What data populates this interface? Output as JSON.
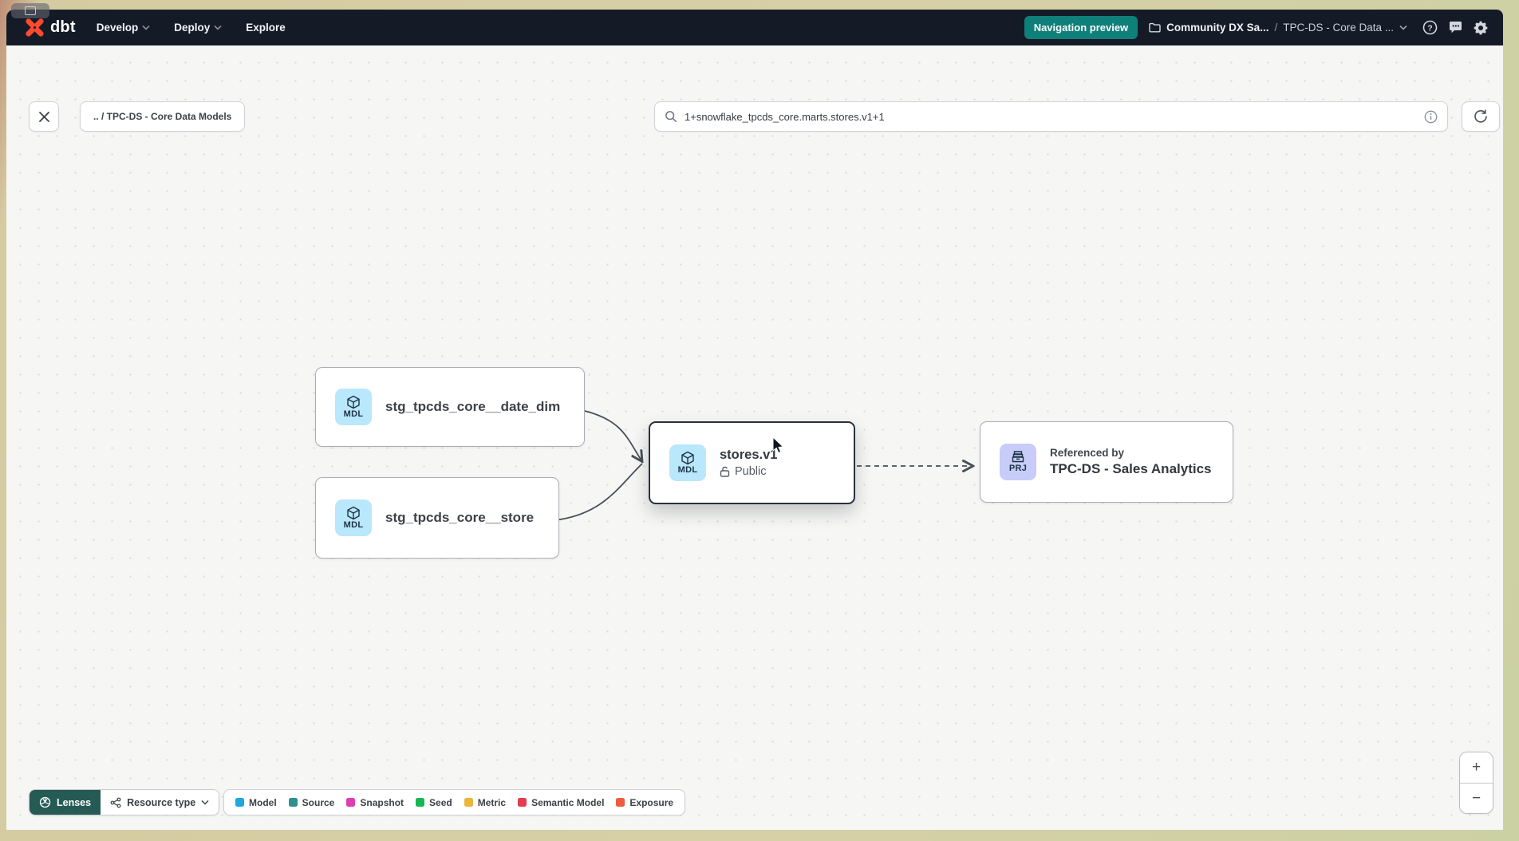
{
  "navbar": {
    "logo_text": "dbt",
    "menu": [
      {
        "label": "Develop"
      },
      {
        "label": "Deploy"
      },
      {
        "label": "Explore"
      }
    ],
    "preview_badge": "Navigation preview",
    "breadcrumb": {
      "project": "Community DX Sa...",
      "separator": "/",
      "environment": "TPC-DS - Core Data ..."
    },
    "colors": {
      "bg": "#141b27",
      "badge_teal": "#0f7f79",
      "logo_orange": "#ff4a2f"
    }
  },
  "toolbar": {
    "path_chip": ".. / TPC-DS - Core Data Models",
    "search_value": "1+snowflake_tpcds_core.marts.stores.v1+1"
  },
  "graph": {
    "nodes": [
      {
        "badge": "MDL",
        "label": "stg_tpcds_core__date_dim"
      },
      {
        "badge": "MDL",
        "label": "stg_tpcds_core__store"
      },
      {
        "badge": "MDL",
        "title": "stores.v1",
        "access": "Public"
      },
      {
        "badge": "PRJ",
        "subtitle": "Referenced by",
        "title": "TPC-DS - Sales Analytics"
      }
    ],
    "colors": {
      "model_badge_bg": "#b9e7fb",
      "project_badge_bg": "#c7cdf8",
      "edge": "#474f58"
    }
  },
  "controls": {
    "lenses_label": "Lenses",
    "resource_type_label": "Resource type",
    "zoom_in": "+",
    "zoom_out": "−",
    "lenses_bg": "#265a54"
  },
  "legend": {
    "items": [
      {
        "label": "Model",
        "color": "#1fa8e0"
      },
      {
        "label": "Source",
        "color": "#2e8f8f"
      },
      {
        "label": "Snapshot",
        "color": "#e13cb4"
      },
      {
        "label": "Seed",
        "color": "#19b552"
      },
      {
        "label": "Metric",
        "color": "#eab63a"
      },
      {
        "label": "Semantic Model",
        "color": "#e23c4f"
      },
      {
        "label": "Exposure",
        "color": "#ef5b3e"
      }
    ]
  }
}
